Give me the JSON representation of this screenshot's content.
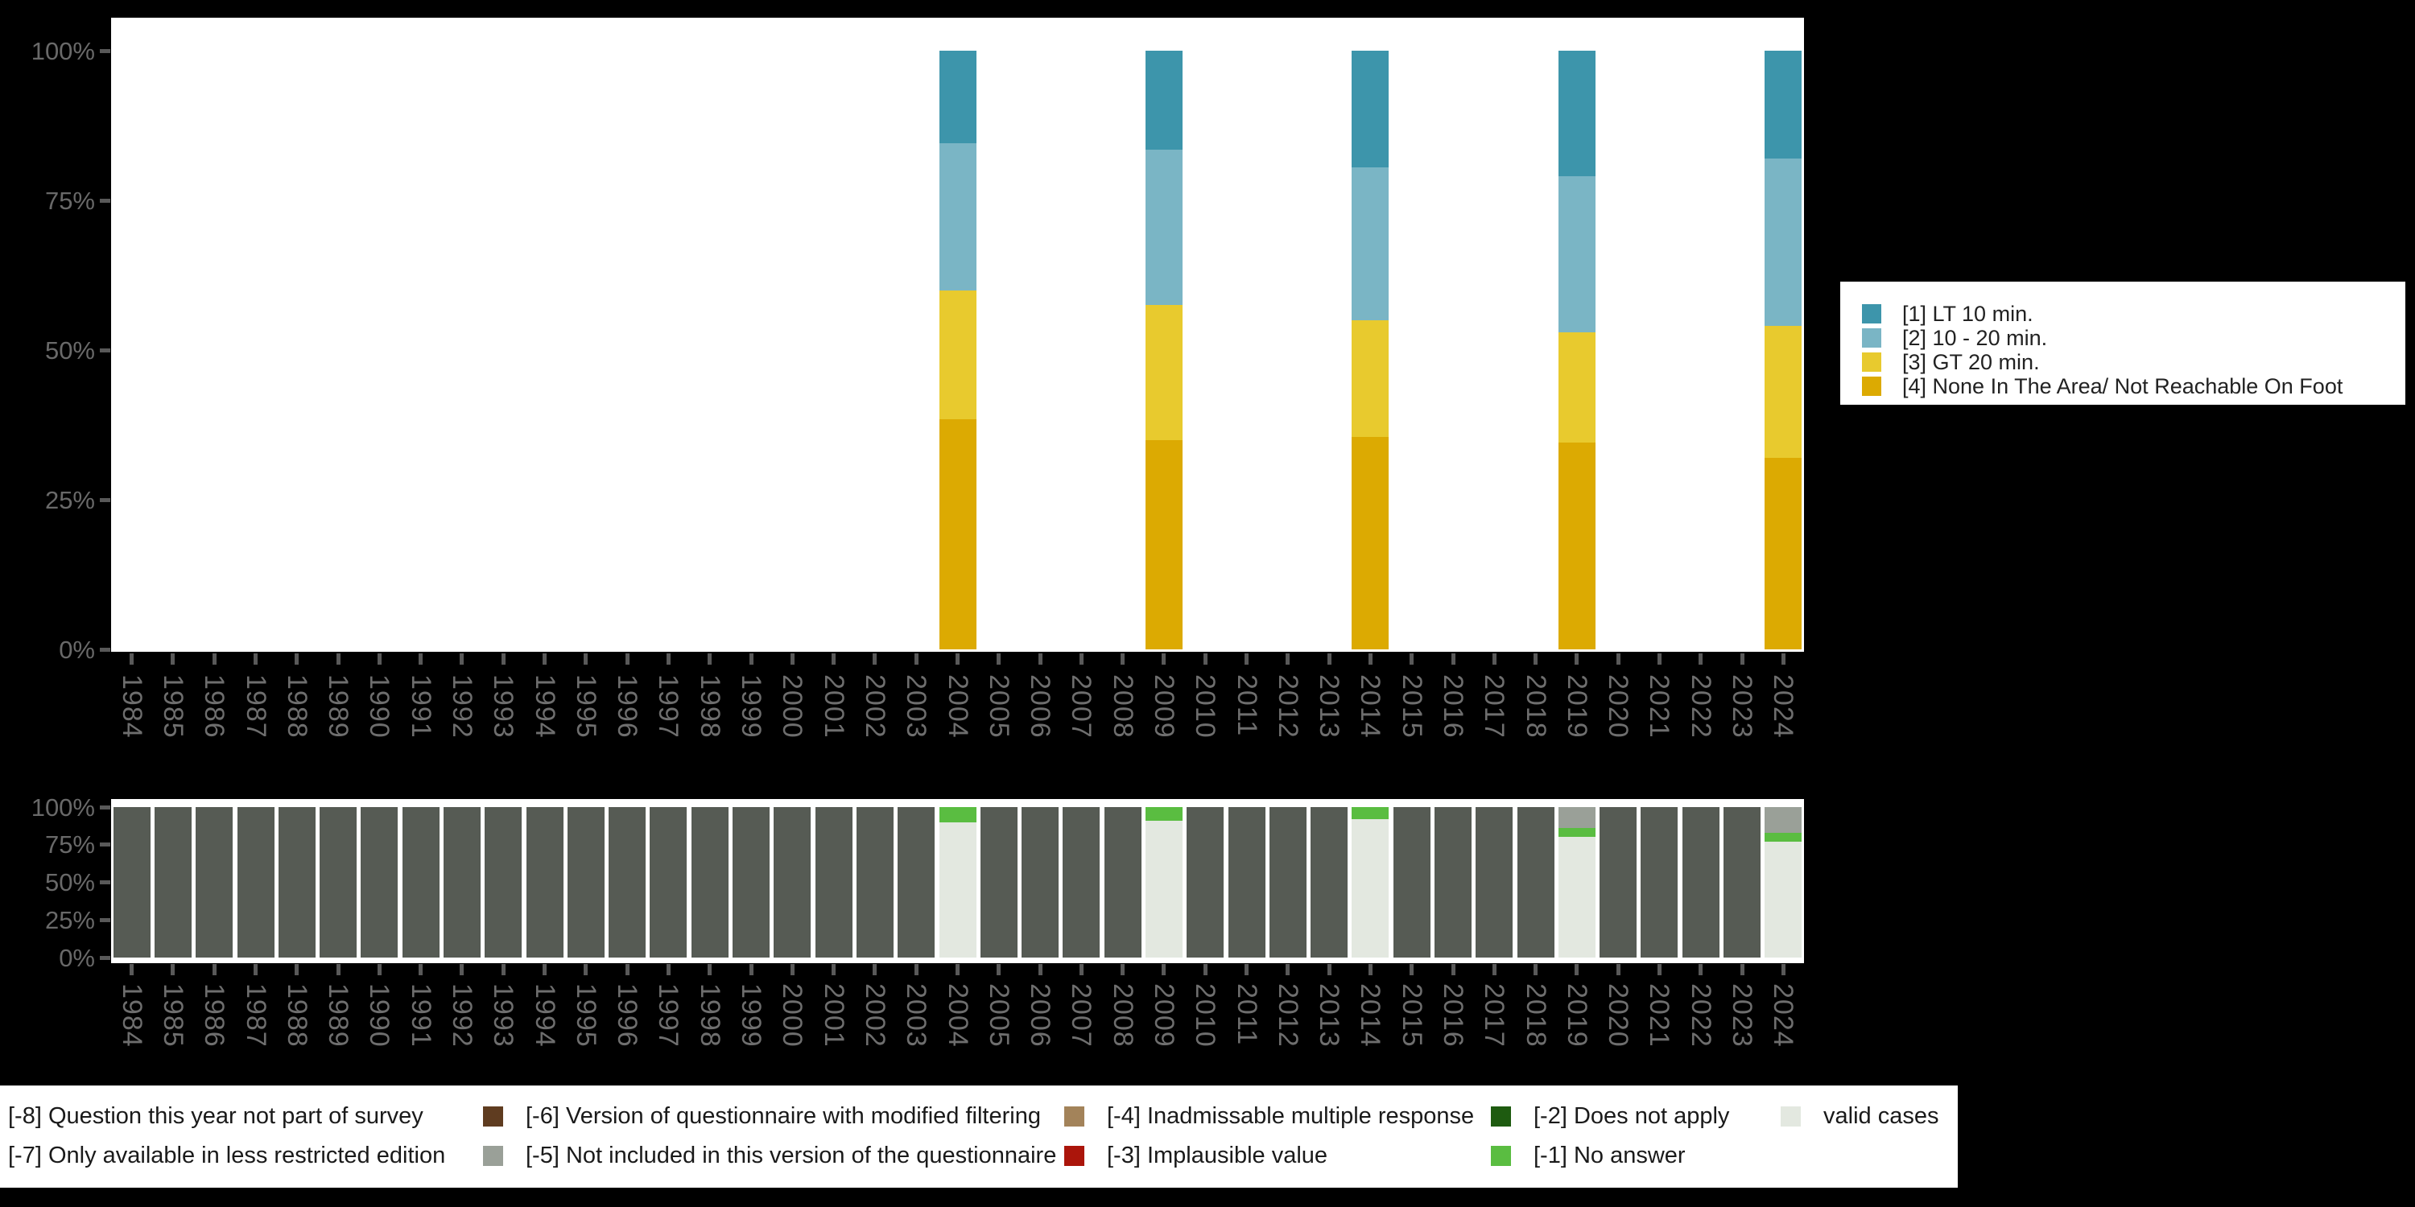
{
  "years": [
    "1984",
    "1985",
    "1986",
    "1987",
    "1988",
    "1989",
    "1990",
    "1991",
    "1992",
    "1993",
    "1994",
    "1995",
    "1996",
    "1997",
    "1998",
    "1999",
    "2000",
    "2001",
    "2002",
    "2003",
    "2004",
    "2005",
    "2006",
    "2007",
    "2008",
    "2009",
    "2010",
    "2011",
    "2012",
    "2013",
    "2014",
    "2015",
    "2016",
    "2017",
    "2018",
    "2019",
    "2020",
    "2021",
    "2022",
    "2023",
    "2024"
  ],
  "y_axis_ticks": [
    "100%",
    "75%",
    "50%",
    "25%",
    "0%"
  ],
  "colors": {
    "background": "#000000",
    "plot_background": "#ffffff",
    "axis_text": "#6e6e6e",
    "legend_text": "#1a1a1a"
  },
  "chart_data": [
    {
      "type": "bar",
      "stacked": true,
      "title": "",
      "x": [
        "2004",
        "2009",
        "2014",
        "2019",
        "2024"
      ],
      "x_domain_years": "1984-2024",
      "ylim": [
        0,
        100
      ],
      "y_ticks": [
        "100%",
        "75%",
        "50%",
        "25%",
        "0%"
      ],
      "grid": false,
      "legend_position": "right",
      "series": [
        {
          "name": "[1] LT 10 min.",
          "color": "#3d95ab",
          "values": [
            15.5,
            16.5,
            19.5,
            21.0,
            18.0
          ]
        },
        {
          "name": "[2] 10 - 20 min.",
          "color": "#7ab5c5",
          "values": [
            24.5,
            26.0,
            25.5,
            26.0,
            28.0
          ]
        },
        {
          "name": "[3] GT 20 min.",
          "color": "#e8ca2e",
          "values": [
            21.5,
            22.5,
            19.5,
            18.5,
            22.0
          ]
        },
        {
          "name": "[4] None In The Area/ Not Reachable On Foot",
          "color": "#dcaa02",
          "values": [
            38.5,
            35.0,
            35.5,
            34.5,
            32.0
          ]
        }
      ]
    },
    {
      "type": "bar",
      "stacked": true,
      "title": "",
      "note": "missing-values / valid-cases chart",
      "categories": [
        "1984",
        "1985",
        "1986",
        "1987",
        "1988",
        "1989",
        "1990",
        "1991",
        "1992",
        "1993",
        "1994",
        "1995",
        "1996",
        "1997",
        "1998",
        "1999",
        "2000",
        "2001",
        "2002",
        "2003",
        "2004",
        "2005",
        "2006",
        "2007",
        "2008",
        "2009",
        "2010",
        "2011",
        "2012",
        "2013",
        "2014",
        "2015",
        "2016",
        "2017",
        "2018",
        "2019",
        "2020",
        "2021",
        "2022",
        "2023",
        "2024"
      ],
      "ylim": [
        0,
        100
      ],
      "y_ticks": [
        "100%",
        "75%",
        "50%",
        "25%",
        "0%"
      ],
      "series": [
        {
          "name": "[-5] Not included in this version of the questionnaire",
          "color": "#9aa098",
          "values": [
            0,
            0,
            0,
            0,
            0,
            0,
            0,
            0,
            0,
            0,
            0,
            0,
            0,
            0,
            0,
            0,
            0,
            0,
            0,
            0,
            0,
            0,
            0,
            0,
            0,
            0,
            0,
            0,
            0,
            0,
            0,
            0,
            0,
            0,
            0,
            14,
            0,
            0,
            0,
            0,
            17
          ]
        },
        {
          "name": "[-1] No answer",
          "color": "#5abd41",
          "values": [
            0,
            0,
            0,
            0,
            0,
            0,
            0,
            0,
            0,
            0,
            0,
            0,
            0,
            0,
            0,
            0,
            0,
            0,
            0,
            0,
            10,
            0,
            0,
            0,
            0,
            9,
            0,
            0,
            0,
            0,
            8,
            0,
            0,
            0,
            0,
            6,
            0,
            0,
            0,
            0,
            6
          ]
        },
        {
          "name": "valid cases",
          "color": "#e3e8e0",
          "values": [
            0,
            0,
            0,
            0,
            0,
            0,
            0,
            0,
            0,
            0,
            0,
            0,
            0,
            0,
            0,
            0,
            0,
            0,
            0,
            0,
            90,
            0,
            0,
            0,
            0,
            91,
            0,
            0,
            0,
            0,
            92,
            0,
            0,
            0,
            0,
            80,
            0,
            0,
            0,
            0,
            77
          ]
        },
        {
          "name": "[-8] Question this year not part of survey",
          "color": "#565b54",
          "values": [
            100,
            100,
            100,
            100,
            100,
            100,
            100,
            100,
            100,
            100,
            100,
            100,
            100,
            100,
            100,
            100,
            100,
            100,
            100,
            100,
            0,
            100,
            100,
            100,
            100,
            0,
            100,
            100,
            100,
            100,
            0,
            100,
            100,
            100,
            100,
            0,
            100,
            100,
            100,
            100,
            0
          ]
        }
      ]
    }
  ],
  "category_legend": {
    "items": [
      {
        "label": "[1] LT 10 min.",
        "color": "#3d95ab"
      },
      {
        "label": "[2] 10 - 20 min.",
        "color": "#7ab5c5"
      },
      {
        "label": "[3] GT 20 min.",
        "color": "#e8ca2e"
      },
      {
        "label": "[4] None In The Area/ Not Reachable On Foot",
        "color": "#dcaa02"
      }
    ]
  },
  "missing_legend": {
    "rows": [
      [
        {
          "label": "[-8] Question this year not part of survey",
          "color": "#565b54",
          "swatch_visible": false
        },
        {
          "label": "[-6] Version of questionnaire with modified filtering",
          "color": "#5f3c20",
          "swatch_visible": true
        },
        {
          "label": "[-4] Inadmissable multiple response",
          "color": "#a3835a",
          "swatch_visible": true
        },
        {
          "label": "[-2] Does not apply",
          "color": "#1e5b10",
          "swatch_visible": true
        },
        {
          "label": "valid cases",
          "color": "#e3e8e0",
          "swatch_visible": true
        }
      ],
      [
        {
          "label": "[-7] Only available in less restricted edition",
          "color": "#b8beb6",
          "swatch_visible": false
        },
        {
          "label": "[-5] Not included in this version of the questionnaire",
          "color": "#9aa098",
          "swatch_visible": true
        },
        {
          "label": "[-3] Implausible value",
          "color": "#ab150b",
          "swatch_visible": true
        },
        {
          "label": "[-1] No answer",
          "color": "#5abd41",
          "swatch_visible": true
        }
      ]
    ]
  }
}
